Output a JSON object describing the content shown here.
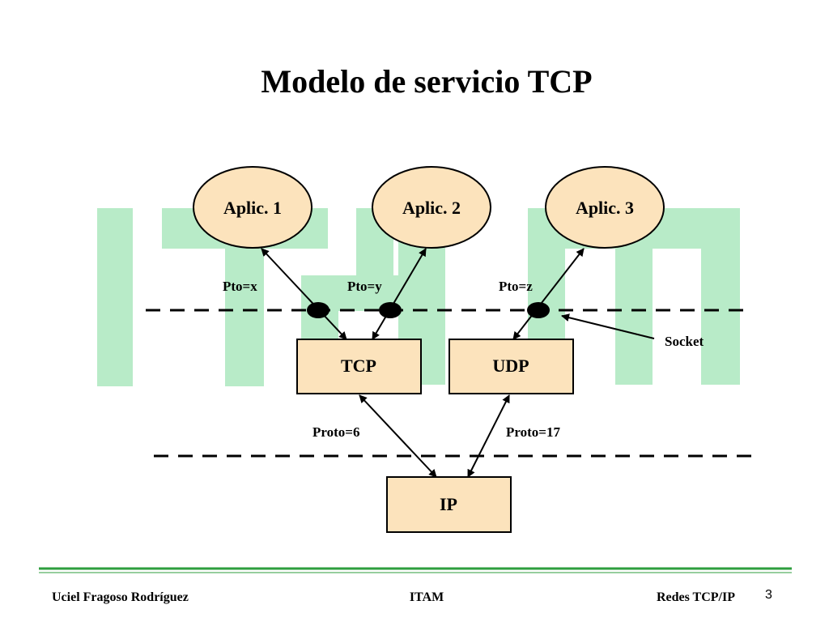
{
  "slide": {
    "title": "Modelo de servicio TCP",
    "watermark_color": "#b8ebc8",
    "node_fill": "#fce3bc",
    "stroke_color": "#000000",
    "footer_rule_color": "#2e9e3e"
  },
  "nodes": {
    "app1": "Aplic. 1",
    "app2": "Aplic. 2",
    "app3": "Aplic. 3",
    "tcp": "TCP",
    "udp": "UDP",
    "ip": "IP"
  },
  "labels": {
    "port_x": "Pto=x",
    "port_y": "Pto=y",
    "port_z": "Pto=z",
    "socket": "Socket",
    "proto_6": "Proto=6",
    "proto_17": "Proto=17"
  },
  "footer": {
    "author": "Uciel Fragoso Rodríguez",
    "institution": "ITAM",
    "course": "Redes TCP/IP",
    "page": "3"
  }
}
